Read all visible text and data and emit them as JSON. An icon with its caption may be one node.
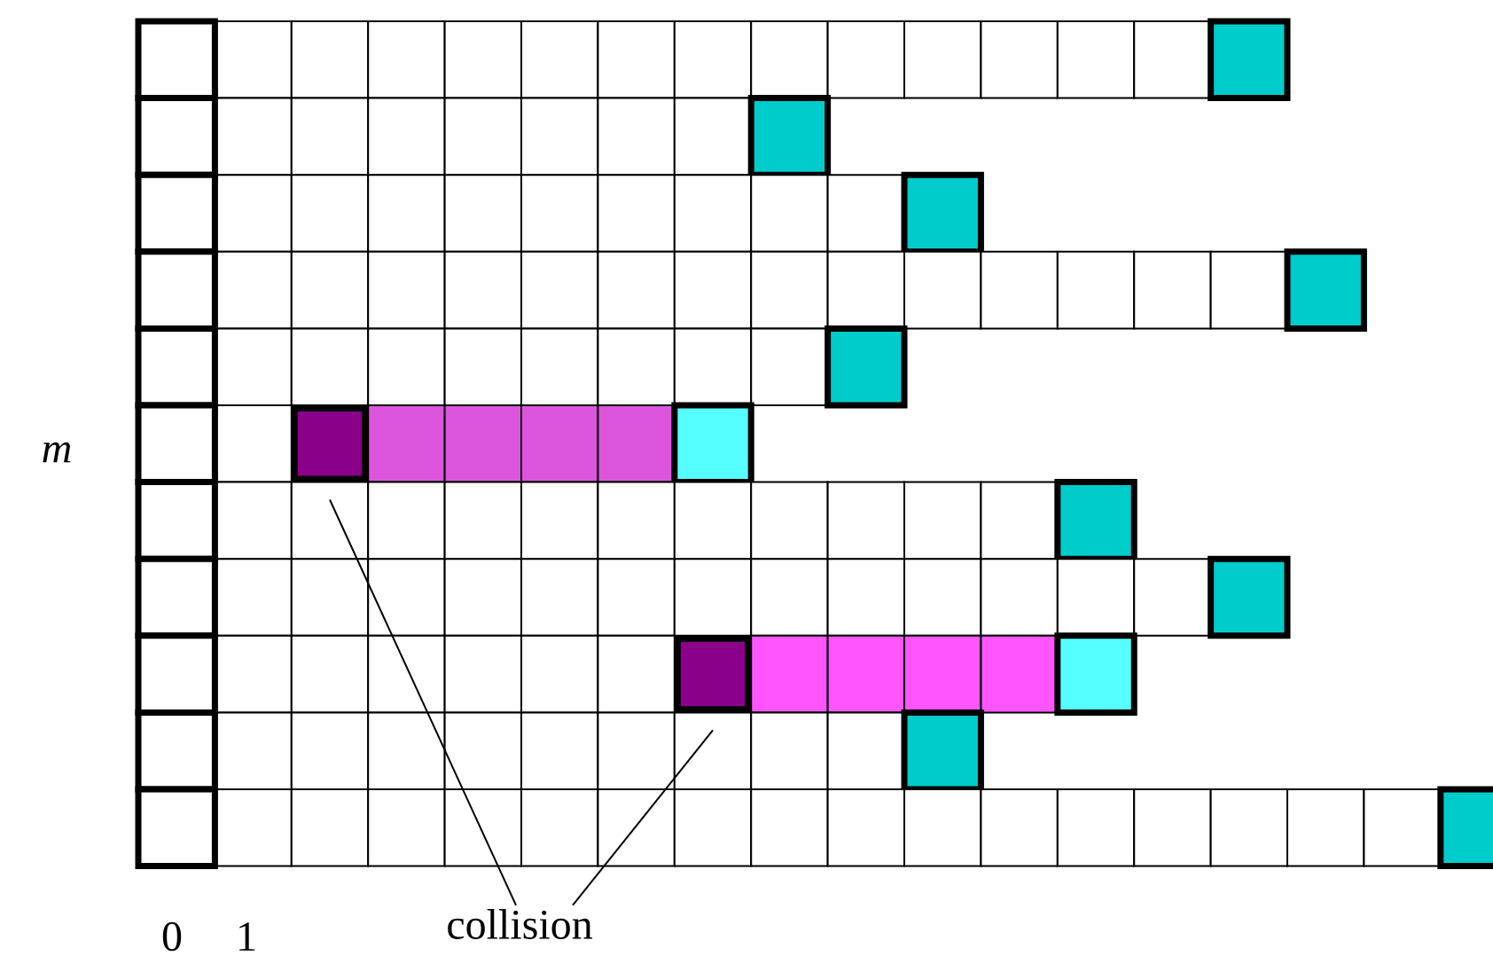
{
  "diagram": {
    "nodes": [
      {
        "text": [],
        "shape": "box"
      },
      {
        "text": [],
        "shape": "box"
      },
      {
        "text": [
          "collision"
        ]
      }
    ],
    "edges": [
      {
        "from": 2,
        "to": 0,
        "arrow": "none"
      },
      {
        "from": 2,
        "to": 1,
        "arrow": "none"
      }
    ],
    "labels": [
      "m",
      "0",
      "1"
    ]
  }
}
